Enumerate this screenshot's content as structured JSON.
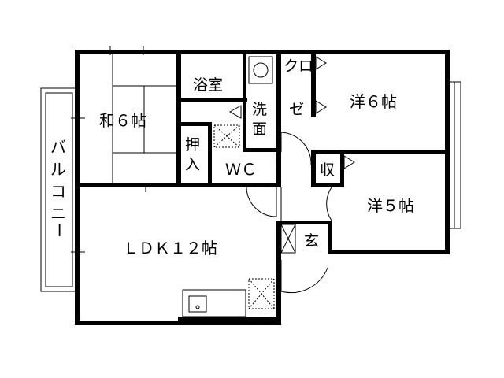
{
  "rooms": {
    "washitsu": "和６帖",
    "yokushitsu": "浴室",
    "senmen_1": "洗",
    "senmen_2": "面",
    "closet_1": "クロ",
    "closet_2": "ゼ",
    "yoshitsu6": "洋６帖",
    "oshiire_1": "押",
    "oshiire_2": "入",
    "wc": "ＷＣ",
    "shuno": "収",
    "yoshitsu5": "洋５帖",
    "ldk": "ＬＤＫ１２帖",
    "genkan": "玄",
    "balcony": [
      "バ",
      "ル",
      "コ",
      "ニ",
      "ー"
    ]
  }
}
